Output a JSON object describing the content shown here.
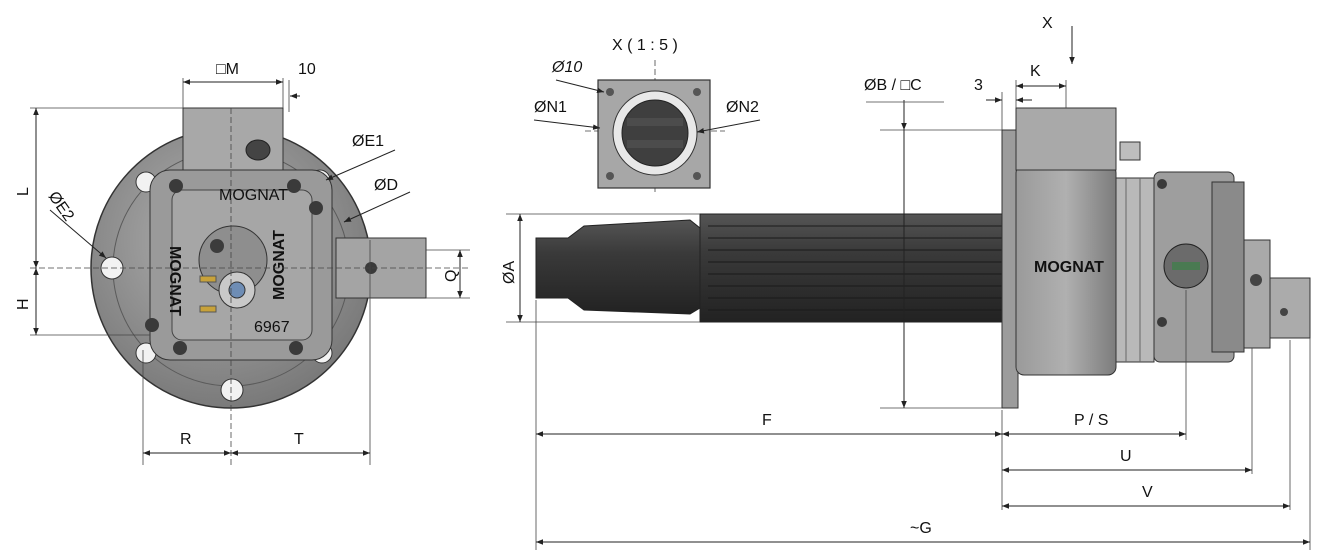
{
  "front_view": {
    "labels": {
      "M": "□M",
      "ten": "10",
      "E1": "ØE1",
      "D": "ØD",
      "L": "L",
      "E2": "ØE2",
      "H": "H",
      "Q": "Q",
      "R": "R",
      "T": "T"
    },
    "logo": "MOGNAT",
    "plate_number": "6967"
  },
  "detail_x": {
    "title": "X ( 1 : 5 )",
    "labels": {
      "d10": "Ø10",
      "N1": "ØN1",
      "N2": "ØN2"
    }
  },
  "side_view": {
    "labels": {
      "X": "X",
      "K": "K",
      "three": "3",
      "BC": "ØB / □C",
      "A": "ØA",
      "F": "F",
      "PS": "P / S",
      "U": "U",
      "V": "V",
      "G": "~G"
    },
    "logo": "MOGNAT"
  },
  "colors": {
    "housing": "#8c8c8c",
    "housing_dark": "#5e5e5e",
    "tube": "#3d3d3d",
    "line": "#222222"
  }
}
